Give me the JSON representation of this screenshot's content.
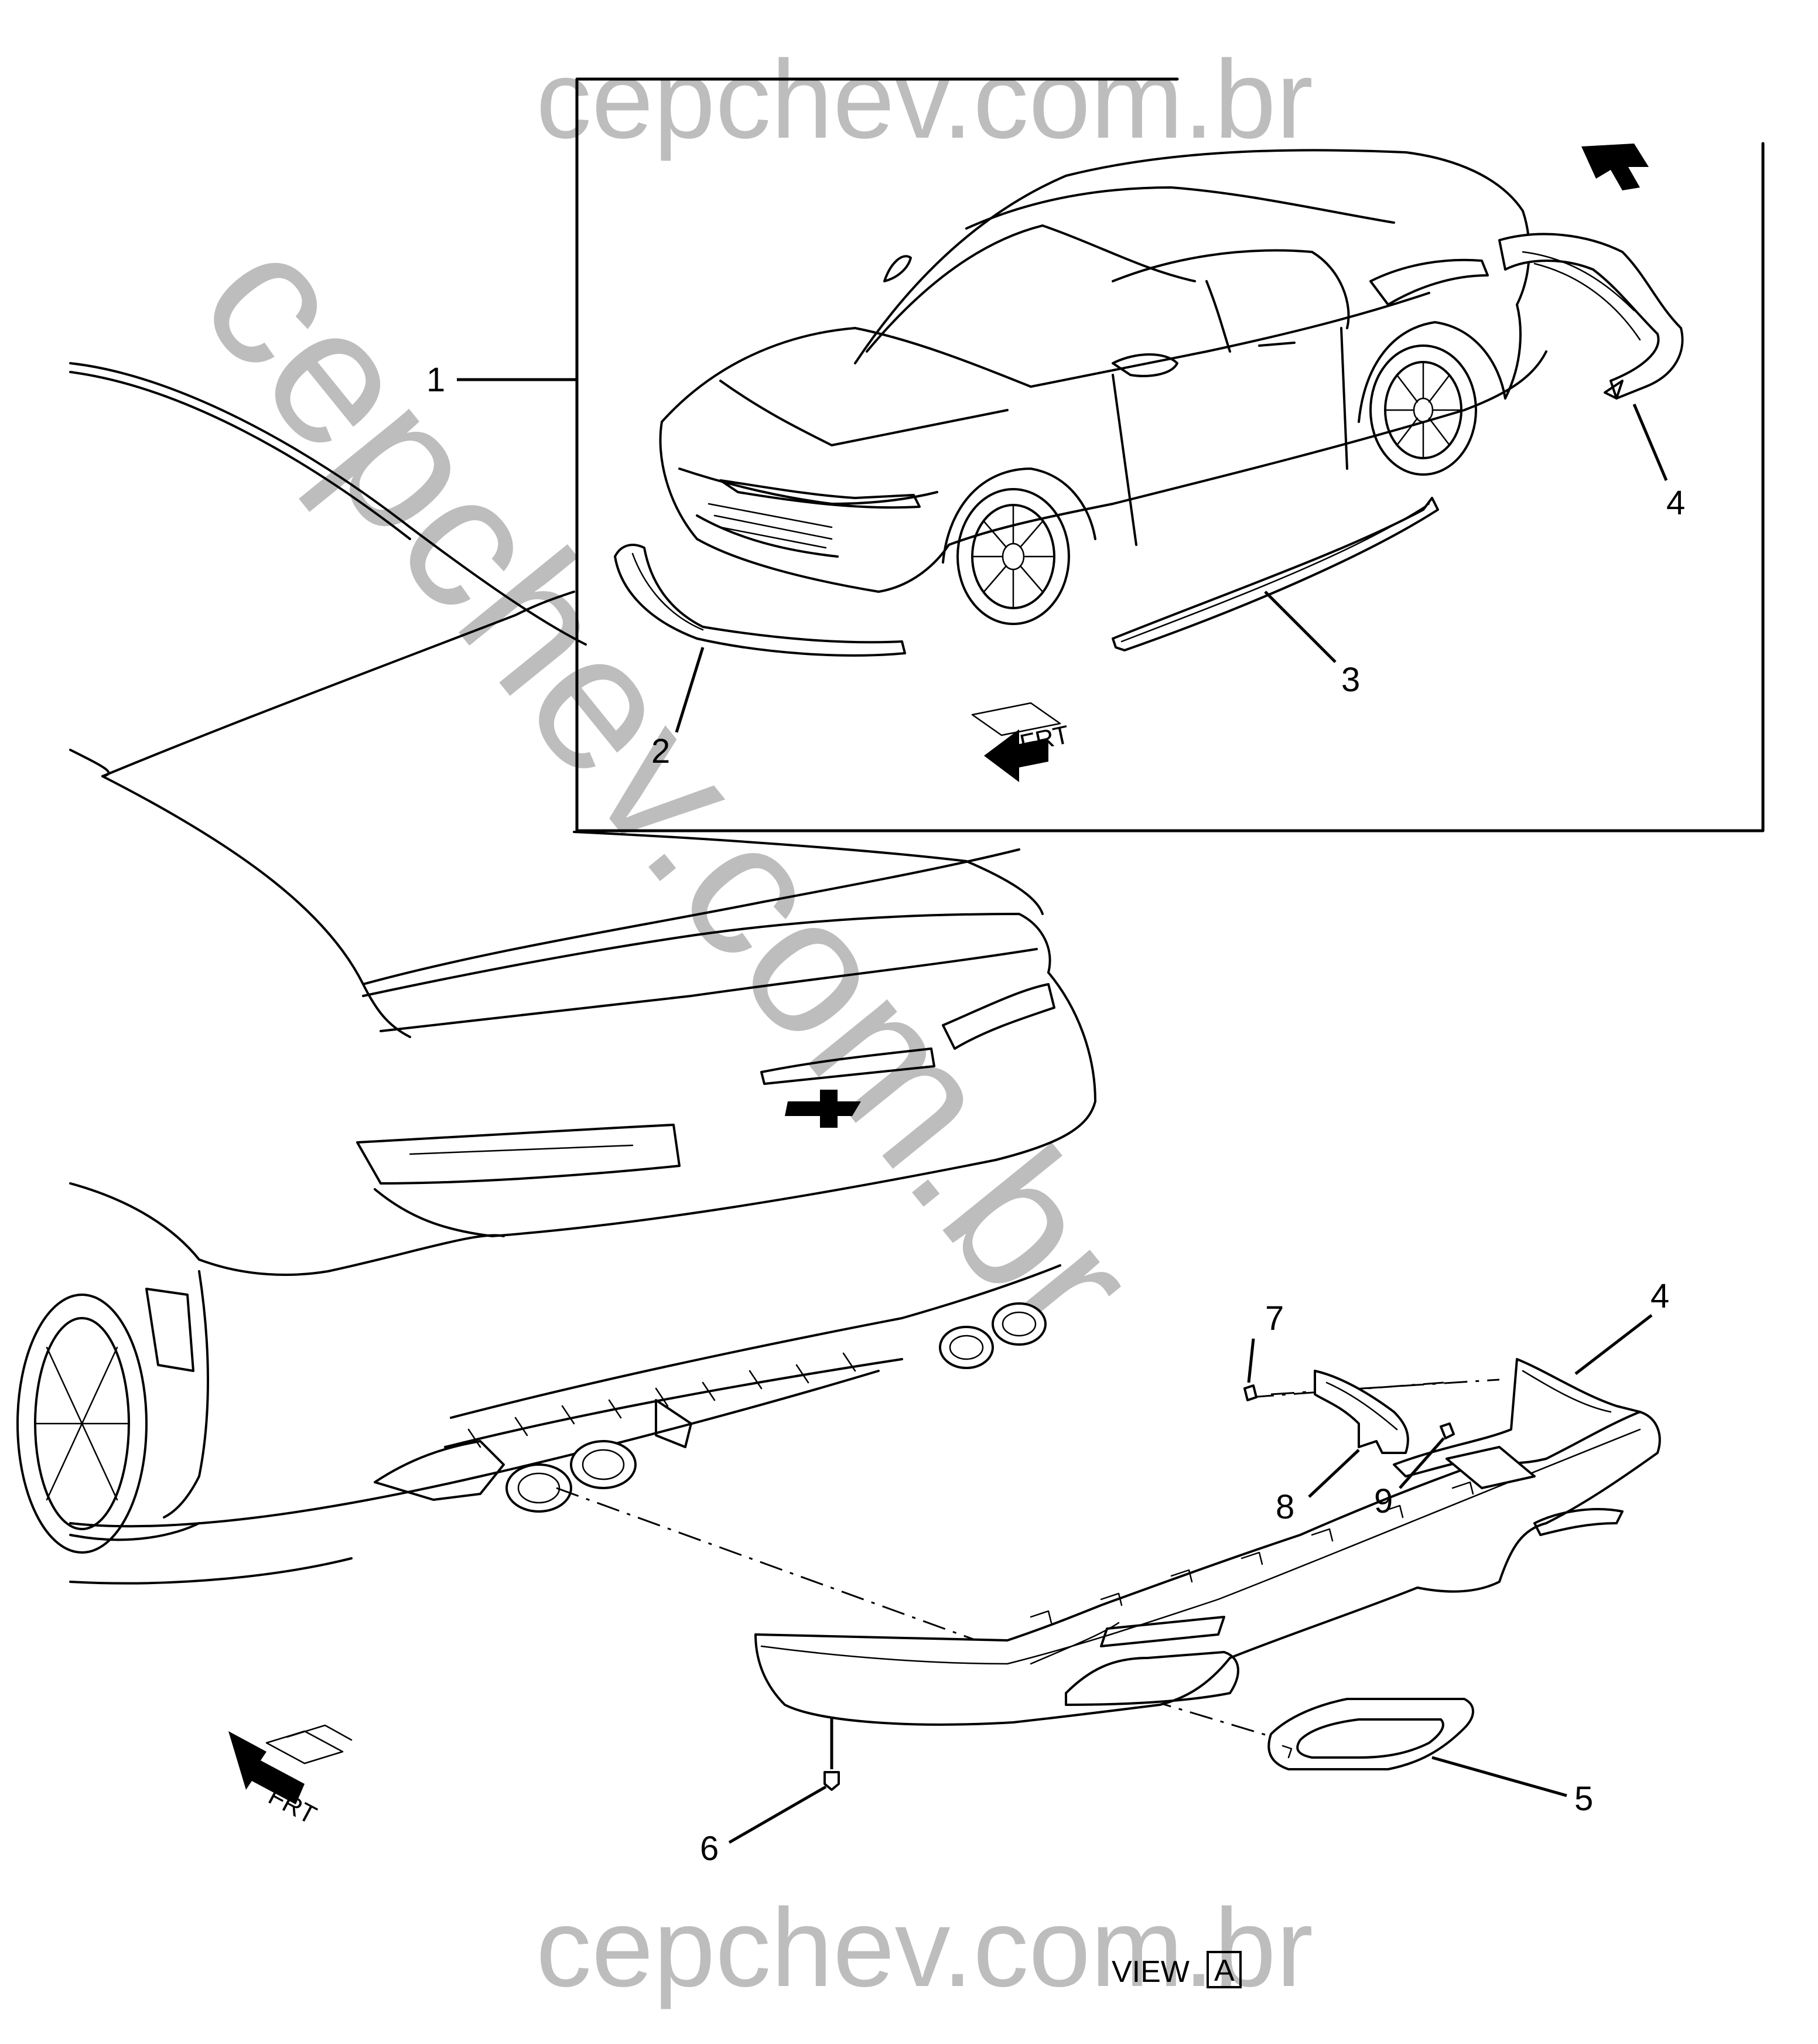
{
  "watermark": {
    "text_top": "cepchev.com.br",
    "text_bottom": "cepchev.com.br",
    "text_diagonal": "cepchev.com.br",
    "color": "#bdbdbd"
  },
  "callouts": {
    "c1": "1",
    "c2": "2",
    "c3": "3",
    "c4_inset": "4",
    "c4_view": "4",
    "c5": "5",
    "c6": "6",
    "c7": "7",
    "c8": "8",
    "c9": "9"
  },
  "direction_markers": {
    "frt_inset": "FRT",
    "frt_main": "FRT"
  },
  "view_label": {
    "text": "VIEW",
    "box": "A"
  }
}
